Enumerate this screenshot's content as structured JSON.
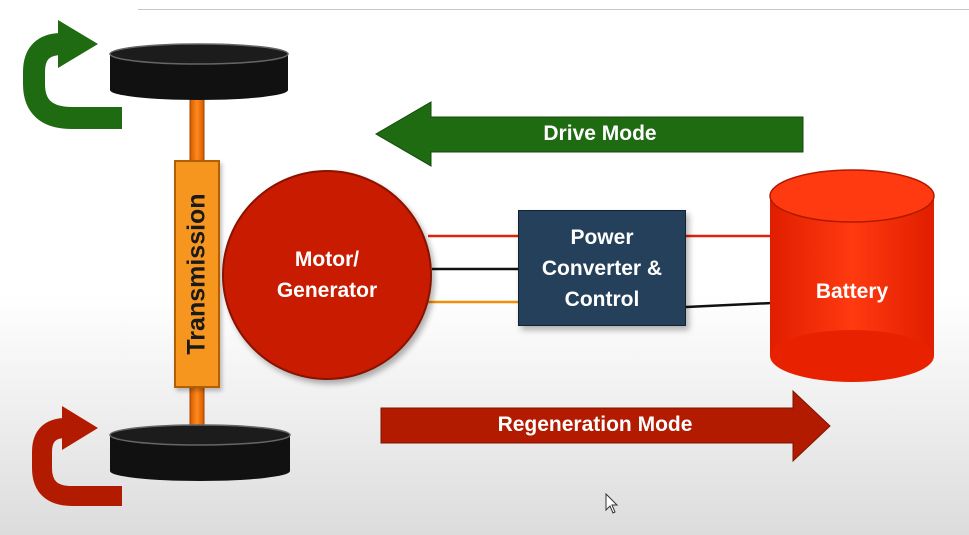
{
  "diagram": {
    "transmission": "Transmission",
    "motor": "Motor/\nGenerator",
    "converter": "Power\nConverter &\nControl",
    "battery": "Battery",
    "drive_mode": "Drive Mode",
    "regen_mode": "Regeneration Mode"
  },
  "colors": {
    "drive_green": "#1f6b12",
    "regen_red": "#b31b00",
    "motor_red": "#c81b00",
    "battery_red": "#ff2a00",
    "transmission_orange": "#f7961e",
    "converter_navy": "#25405a",
    "wheel_black": "#111111"
  },
  "icons": [
    "rotation-arrow-icon",
    "mouse-cursor-icon"
  ]
}
